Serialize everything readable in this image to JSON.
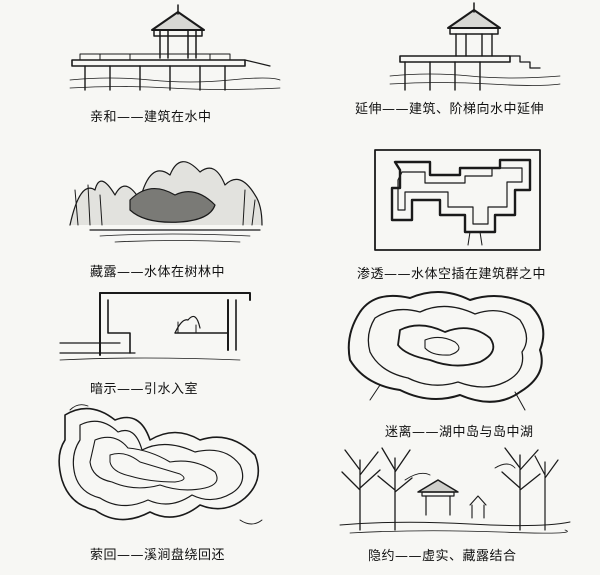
{
  "captions": [
    "亲和——建筑在水中",
    "延伸——建筑、阶梯向水中延伸",
    "藏露——水体在树林中",
    "渗透——水体空插在建筑群之中",
    "暗示——引水入室",
    "迷离——湖中岛与岛中湖",
    "萦回——溪涧盘绕回还",
    "隐约——虚实、藏露结合"
  ]
}
